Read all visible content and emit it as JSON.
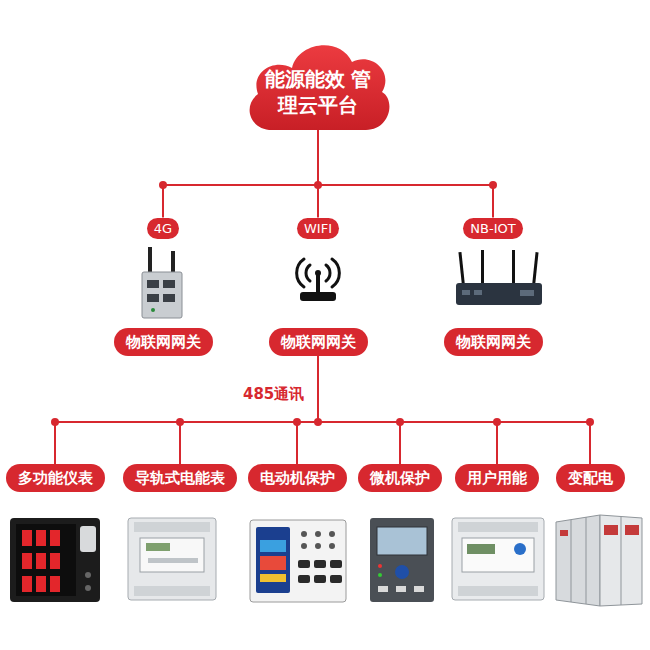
{
  "diagram": {
    "nodes": [
      {
        "text": [
          "能源能效 管理云平台"
        ]
      },
      {
        "text": [
          "4G"
        ]
      },
      {
        "text": [
          "WIFI"
        ]
      },
      {
        "text": [
          "NB-IOT"
        ]
      },
      {
        "text": [
          "物联网网关"
        ]
      },
      {
        "text": [
          "物联网网关"
        ]
      },
      {
        "text": [
          "物联网网关"
        ]
      },
      {
        "text": [
          "多功能仪表"
        ]
      },
      {
        "text": [
          "导轨式电能表"
        ]
      },
      {
        "text": [
          "电动机保护"
        ]
      },
      {
        "text": [
          "微机保护"
        ]
      },
      {
        "text": [
          "用户用能"
        ]
      },
      {
        "text": [
          "变配电"
        ]
      }
    ],
    "edges": [
      {
        "from": 0,
        "to": 1,
        "arrow": "none"
      },
      {
        "from": 0,
        "to": 2,
        "arrow": "none"
      },
      {
        "from": 0,
        "to": 3,
        "arrow": "none"
      },
      {
        "from": 5,
        "to": 7,
        "arrow": "none"
      },
      {
        "from": 5,
        "to": 8,
        "arrow": "none"
      },
      {
        "from": 5,
        "to": 9,
        "arrow": "none"
      },
      {
        "from": 5,
        "to": 10,
        "arrow": "none"
      },
      {
        "from": 5,
        "to": 11,
        "arrow": "none"
      },
      {
        "from": 5,
        "to": 12,
        "arrow": "none"
      }
    ],
    "labels": [
      "485通讯"
    ]
  }
}
